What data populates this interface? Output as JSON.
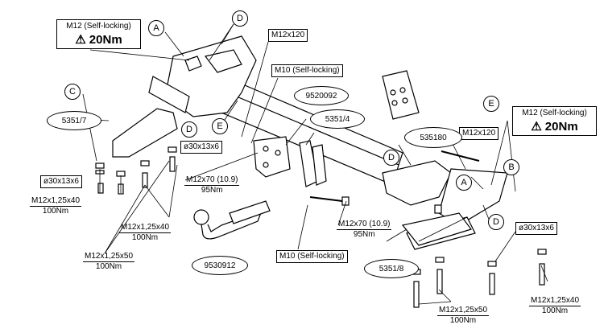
{
  "torque_boxes": [
    {
      "spec": "M12 (Self-locking)",
      "value": "20Nm"
    },
    {
      "spec": "M12 (Self-locking)",
      "value": "20Nm"
    }
  ],
  "callouts": {
    "a1": "A",
    "a2": "A",
    "b": "B",
    "c": "C",
    "d1": "D",
    "d2": "D",
    "d3": "D",
    "d4": "D",
    "e1": "E",
    "e2": "E"
  },
  "labels": {
    "m12x120_top": "M12x120",
    "m10_self_top": "M10 (Self-locking)",
    "m12x120_right": "M12x120",
    "washer_left": "ø30x13x6",
    "washer_mid": "ø30x13x6",
    "washer_right": "ø30x13x6",
    "m10_self_bottom": "M10 (Self-locking)"
  },
  "part_numbers": {
    "p5351_7": "5351/7",
    "p9520092": "9520092",
    "p5351_4": "5351/4",
    "p535180": "535180",
    "p9530912": "9530912",
    "p5351_8": "5351/8"
  },
  "bolt_specs": [
    {
      "id": "m12x125x40_left",
      "size": "M12x1,25x40",
      "torque": "100Nm"
    },
    {
      "id": "m12x70_left",
      "size": "M12x70 (10.9)",
      "torque": "95Nm"
    },
    {
      "id": "m12x125x40_mid",
      "size": "M12x1,25x40",
      "torque": "100Nm"
    },
    {
      "id": "m12x125x50_left",
      "size": "M12x1,25x50",
      "torque": "100Nm"
    },
    {
      "id": "m12x70_right",
      "size": "M12x70 (10.9)",
      "torque": "95Nm"
    },
    {
      "id": "m12x125x50_right",
      "size": "M12x1,25x50",
      "torque": "100Nm"
    },
    {
      "id": "m12x125x40_right",
      "size": "M12x1,25x40",
      "torque": "100Nm"
    }
  ]
}
